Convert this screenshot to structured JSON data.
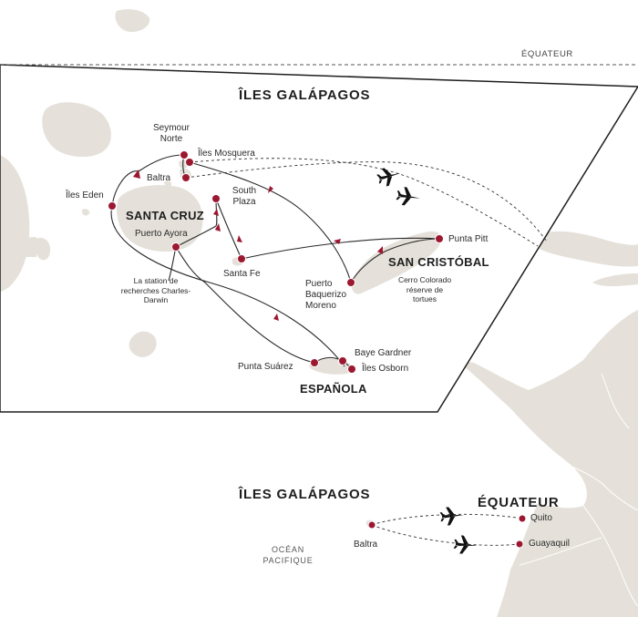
{
  "map": {
    "equator_label": "ÉQUATEUR",
    "inset_title": "ÎLES GALÁPAGOS",
    "islands": {
      "santa_cruz": "SANTA CRUZ",
      "san_cristobal": "SAN CRISTÓBAL",
      "espanola": "ESPAÑOLA"
    },
    "places": {
      "seymour_norte": "Seymour Norte",
      "iles_mosquera": "Îles Mosquera",
      "baltra": "Baltra",
      "iles_eden": "Îles Eden",
      "south_plaza": "South Plaza",
      "puerto_ayora": "Puerto Ayora",
      "station": "La station de recherches Charles-Darwin",
      "santa_fe": "Santa Fe",
      "puerto_baquerizo_moreno": "Puerto Baquerizo Moreno",
      "punta_pitt": "Punta Pitt",
      "cerro_colorado": "Cerro Colorado réserve de tortues",
      "punta_suarez": "Punta Suárez",
      "baye_gardner": "Baye Gardner",
      "iles_osborn": "Îles Osborn"
    },
    "overview": {
      "galapagos_title": "ÎLES GALÁPAGOS",
      "ecuador_title": "ÉQUATEUR",
      "baltra": "Baltra",
      "quito": "Quito",
      "guayaquil": "Guayaquil",
      "ocean": "OCÉAN PACIFIQUE"
    },
    "colors": {
      "land": "#e5e1da",
      "stop_marker": "#9c1730",
      "route_line": "#2a2a2a",
      "inset_border": "#1e1e1e",
      "border_line": "#ffffff"
    },
    "icons": [
      "airplane-icon",
      "stop-marker-icon",
      "route-arrow-icon"
    ]
  }
}
